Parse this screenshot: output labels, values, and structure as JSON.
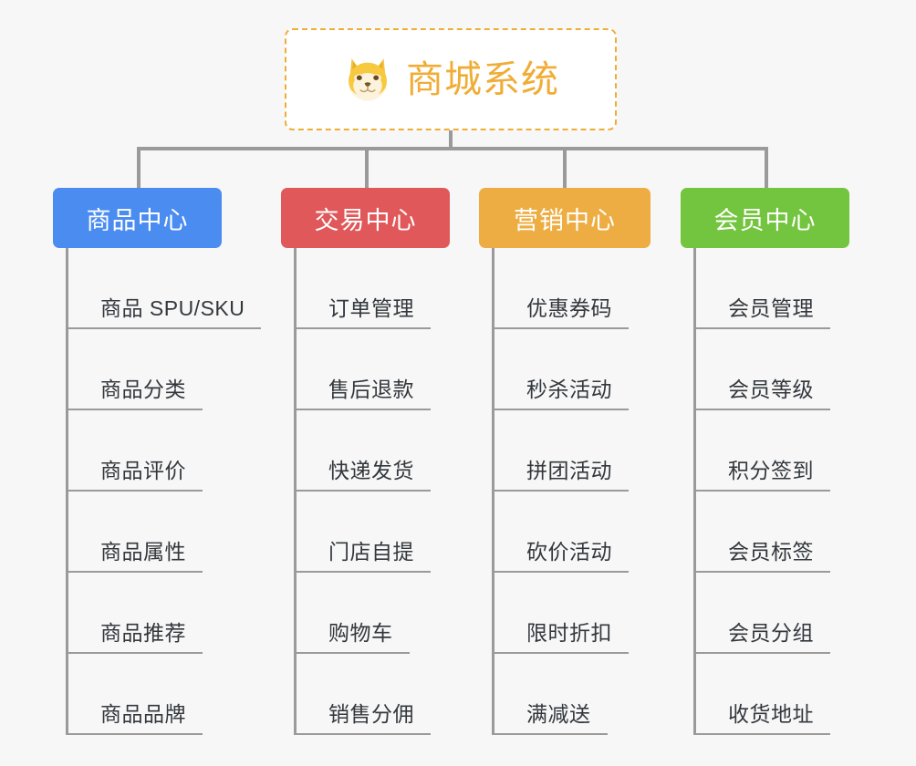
{
  "page": {
    "background_color": "#f7f7f7",
    "connector_color": "#9a9a9a",
    "leaf_text_color": "#33383d"
  },
  "root": {
    "title": "商城系统",
    "icon": "shiba-dog-face-icon",
    "text_color": "#f0ad36",
    "border_color": "#f0ad36",
    "background_color": "#ffffff"
  },
  "categories": [
    {
      "label": "商品中心",
      "color": "#4a8cf0",
      "items": [
        "商品 SPU/SKU",
        "商品分类",
        "商品评价",
        "商品属性",
        "商品推荐",
        "商品品牌"
      ]
    },
    {
      "label": "交易中心",
      "color": "#e0585a",
      "items": [
        "订单管理",
        "售后退款",
        "快递发货",
        "门店自提",
        "购物车",
        "销售分佣"
      ]
    },
    {
      "label": "营销中心",
      "color": "#edad42",
      "items": [
        "优惠券码",
        "秒杀活动",
        "拼团活动",
        "砍价活动",
        "限时折扣",
        "满减送"
      ]
    },
    {
      "label": "会员中心",
      "color": "#73c43e",
      "items": [
        "会员管理",
        "会员等级",
        "积分签到",
        "会员标签",
        "会员分组",
        "收货地址"
      ]
    }
  ]
}
